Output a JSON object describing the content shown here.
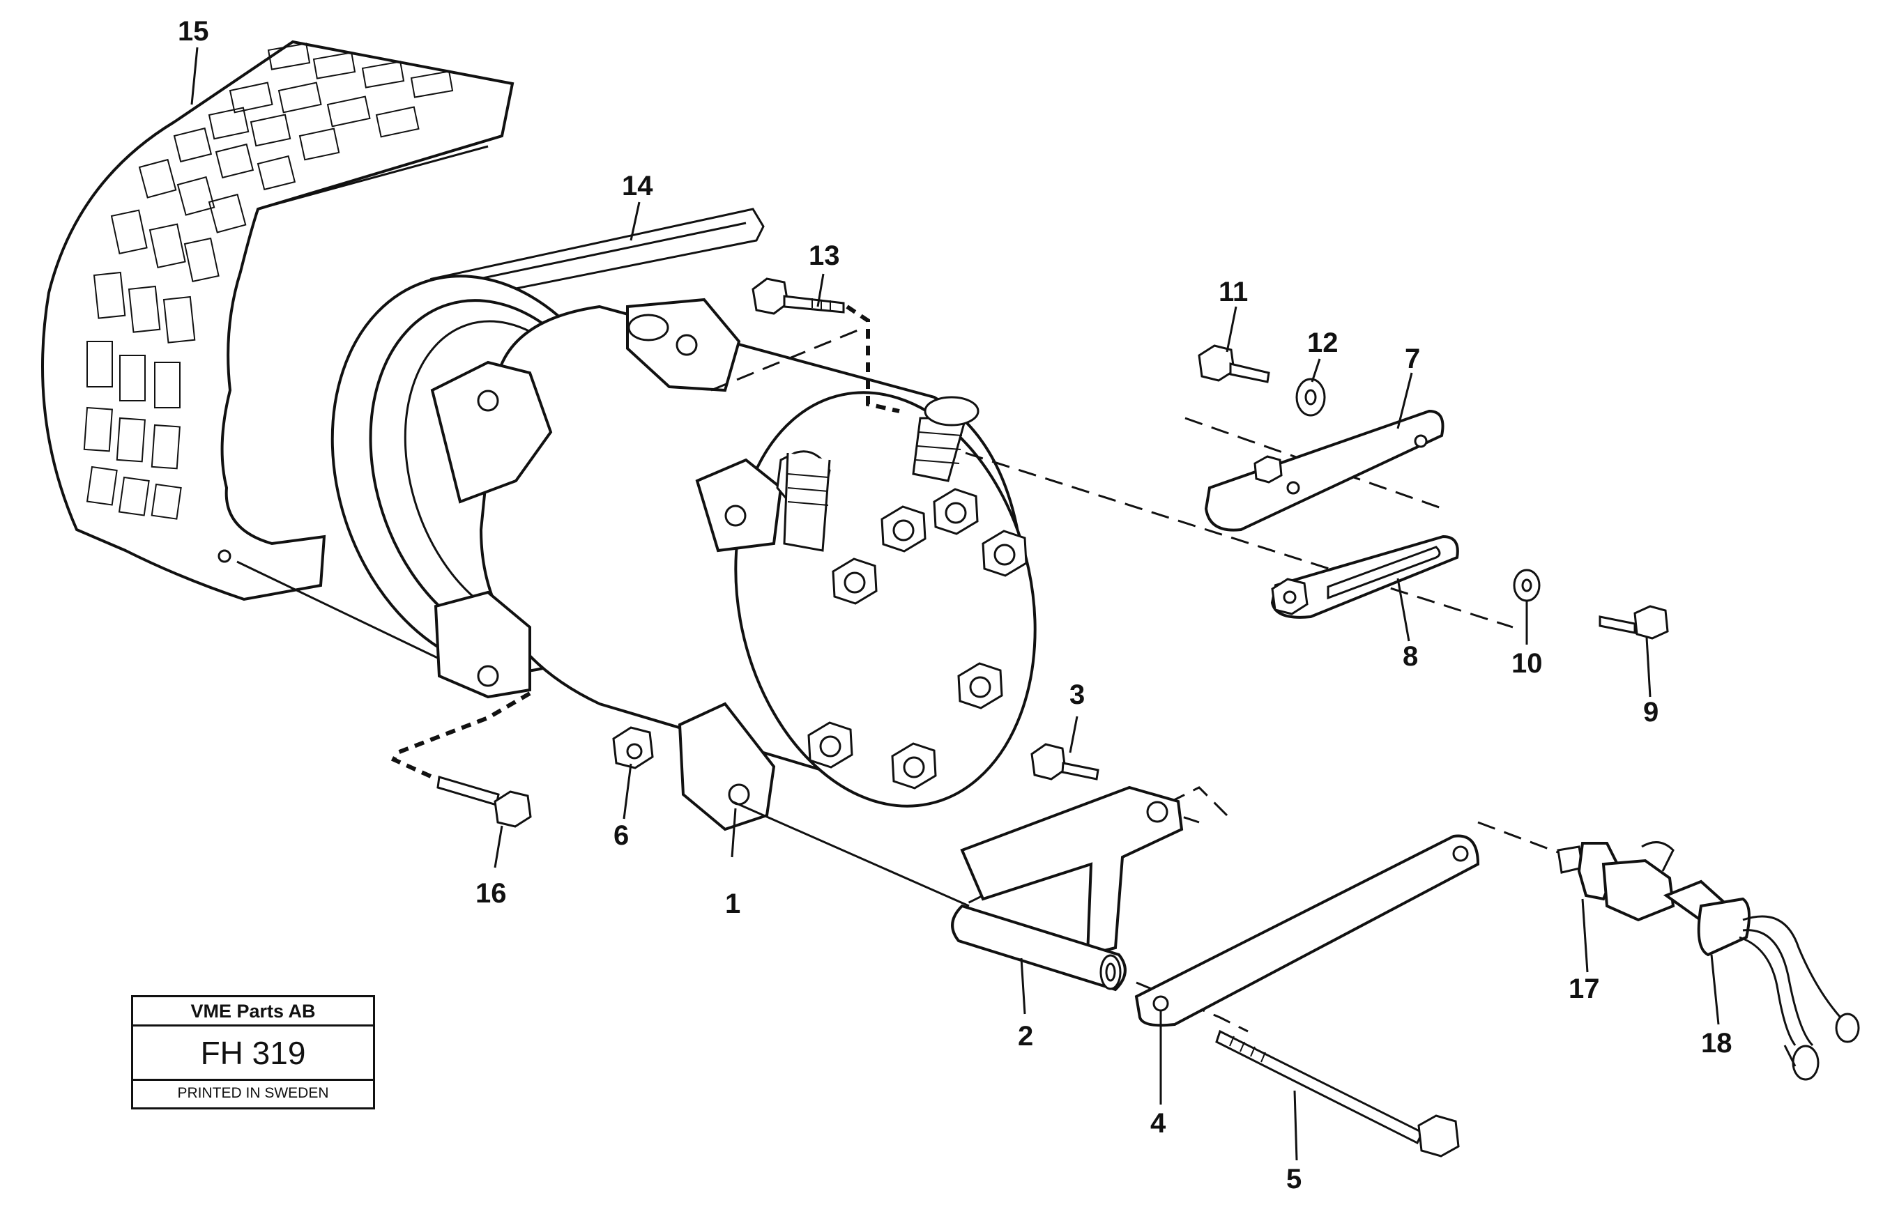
{
  "callouts": {
    "c1": "1",
    "c2": "2",
    "c3": "3",
    "c4": "4",
    "c5": "5",
    "c6": "6",
    "c7": "7",
    "c8": "8",
    "c9": "9",
    "c10": "10",
    "c11": "11",
    "c12": "12",
    "c13": "13",
    "c14": "14",
    "c15": "15",
    "c16": "16",
    "c17": "17",
    "c18": "18"
  },
  "stamp": {
    "company": "VME Parts AB",
    "code": "FH 319",
    "printed": "PRINTED IN SWEDEN"
  },
  "colors": {
    "ink": "#111111",
    "paper": "#ffffff"
  }
}
